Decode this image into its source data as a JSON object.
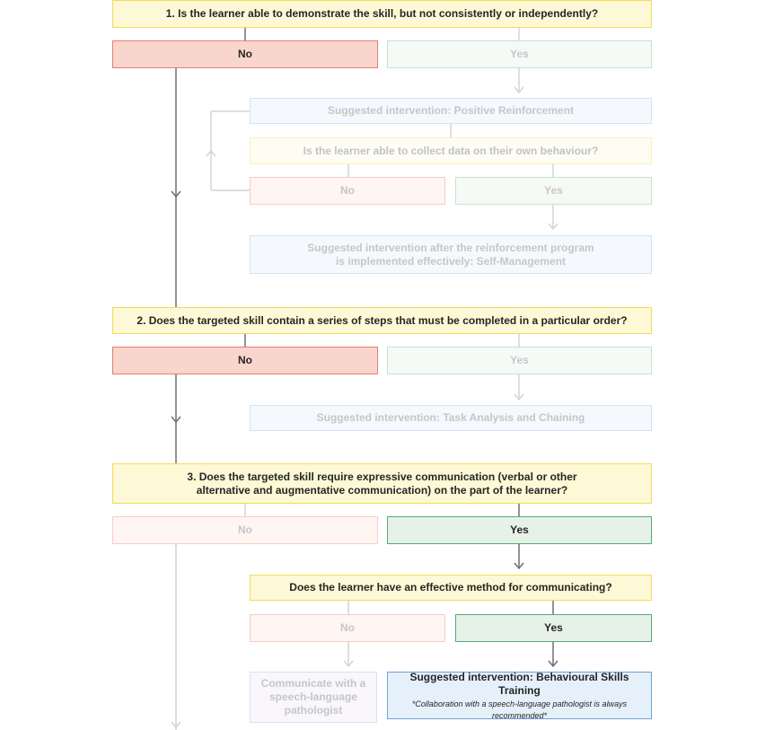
{
  "colors": {
    "active_line": "#6f6f6f",
    "faded_line": "#d4d4d4",
    "question_border": "#f3dc58",
    "no_border": "#e77d6d",
    "yes_border": "#5aa77a",
    "intervention_border": "#6ea1d6"
  },
  "q1": {
    "question": "1. Is the learner able to demonstrate the skill, but not consistently or independently?",
    "no": "No",
    "yes": "Yes",
    "intervention": "Suggested intervention: Positive Reinforcement",
    "sub_question": "Is the learner able to collect data on their own behaviour?",
    "sub_no": "No",
    "sub_yes": "Yes",
    "sub_intervention_line1": "Suggested intervention after the reinforcement program",
    "sub_intervention_line2": "is implemented effectively: Self-Management"
  },
  "q2": {
    "question": "2. Does the targeted skill contain a series of steps that must be completed in a particular order?",
    "no": "No",
    "yes": "Yes",
    "intervention": "Suggested intervention: Task Analysis and Chaining"
  },
  "q3": {
    "question_line1": "3. Does the targeted skill require expressive communication (verbal or other",
    "question_line2": "alternative and augmentative communication) on the part of the learner?",
    "no": "No",
    "yes": "Yes",
    "sub_question": "Does the learner have an effective method for communicating?",
    "sub_no": "No",
    "sub_yes": "Yes",
    "slp_line1": "Communicate with a",
    "slp_line2": "speech-language",
    "slp_line3": "pathologist",
    "intervention": "Suggested intervention: Behavioural Skills Training",
    "note_line1": "*Collaboration with a speech-language pathologist is always",
    "note_line2": "recommended*"
  }
}
